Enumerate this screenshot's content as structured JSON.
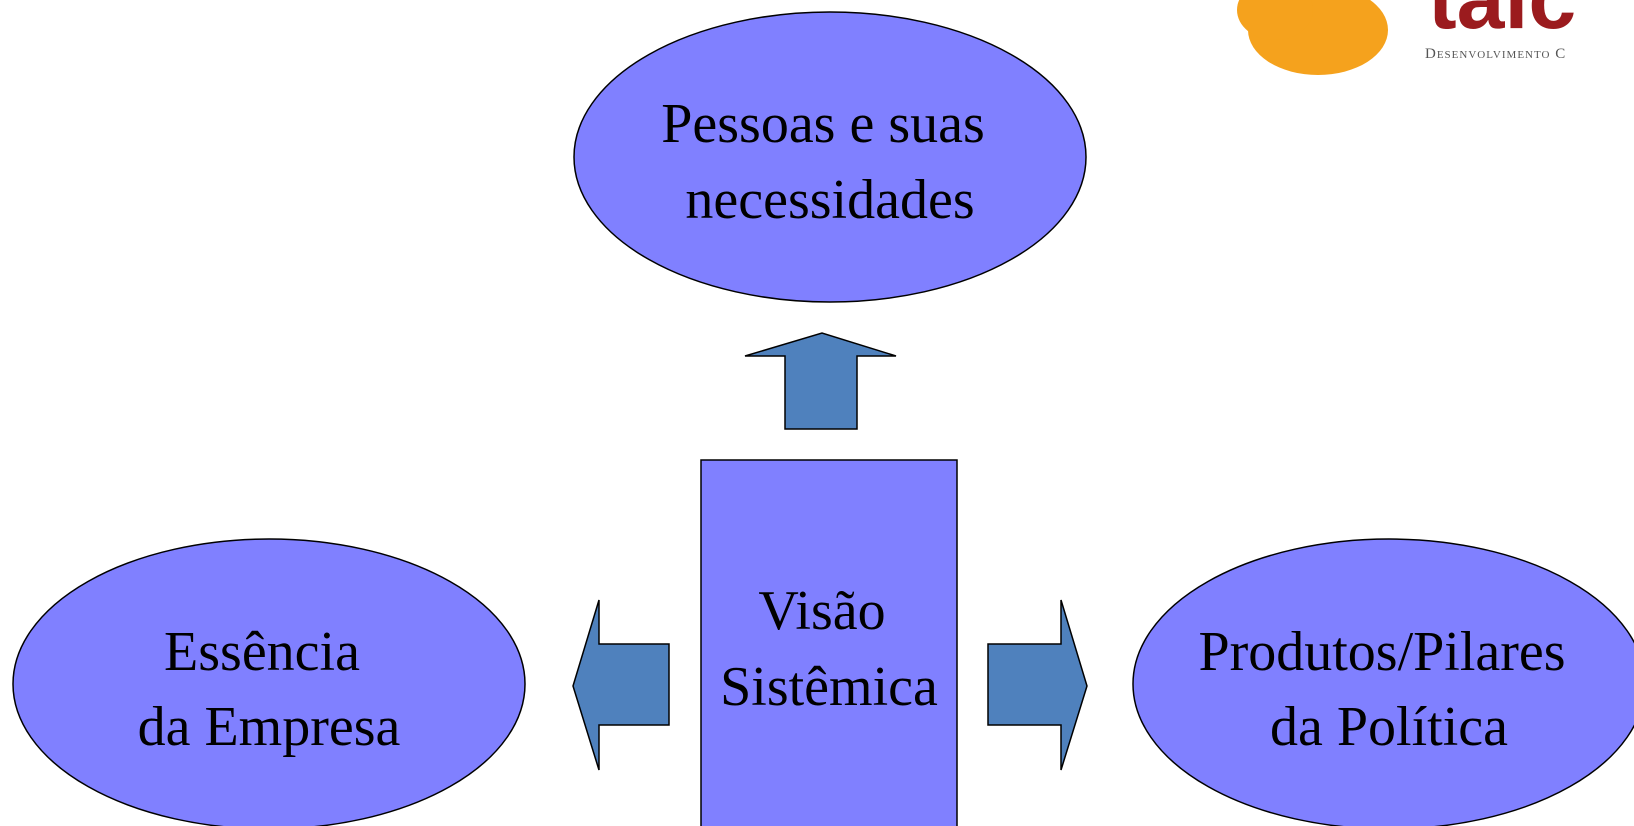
{
  "logo": {
    "text": "talc",
    "subtitle": "Desenvolvimento C",
    "colors": {
      "orange": "#f5a21d",
      "red": "#9b1b1e",
      "gray": "#555555"
    }
  },
  "diagram": {
    "colors": {
      "ellipse_fill": "#8080ff",
      "arrow_fill": "#4f81bd",
      "outline": "#000000"
    },
    "center": {
      "lines": [
        "Visão",
        "Sistêmica"
      ]
    },
    "nodes": {
      "top": {
        "lines": [
          "Pessoas e suas",
          "necessidades"
        ]
      },
      "left": {
        "lines": [
          "Essência",
          "da Empresa"
        ]
      },
      "right": {
        "lines": [
          "Produtos/Pilares",
          "da Política"
        ]
      }
    },
    "arrows": [
      "up",
      "left",
      "right"
    ]
  }
}
